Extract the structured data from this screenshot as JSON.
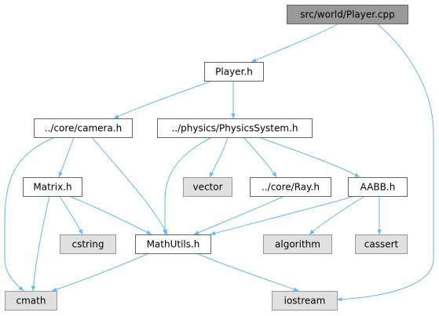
{
  "colors": {
    "background": "#ffffff",
    "root_fill": "#999999",
    "root_stroke": "#666666",
    "node_fill": "#ffffff",
    "node_stroke": "#666666",
    "system_fill": "#e0e0e0",
    "system_stroke": "#999999",
    "edge": "#63b8ff",
    "text": "#000000"
  },
  "nodes": [
    {
      "id": "player_cpp",
      "label": "src/world/Player.cpp",
      "kind": "root"
    },
    {
      "id": "player_h",
      "label": "Player.h",
      "kind": "header"
    },
    {
      "id": "camera_h",
      "label": "../core/camera.h",
      "kind": "header"
    },
    {
      "id": "physics_h",
      "label": "../physics/PhysicsSystem.h",
      "kind": "header"
    },
    {
      "id": "matrix_h",
      "label": "Matrix.h",
      "kind": "header"
    },
    {
      "id": "vector",
      "label": "vector",
      "kind": "system"
    },
    {
      "id": "ray_h",
      "label": "../core/Ray.h",
      "kind": "header"
    },
    {
      "id": "aabb_h",
      "label": "AABB.h",
      "kind": "header"
    },
    {
      "id": "cstring",
      "label": "cstring",
      "kind": "system"
    },
    {
      "id": "mathutils_h",
      "label": "MathUtils.h",
      "kind": "header"
    },
    {
      "id": "algorithm",
      "label": "algorithm",
      "kind": "system"
    },
    {
      "id": "cassert",
      "label": "cassert",
      "kind": "system"
    },
    {
      "id": "cmath",
      "label": "cmath",
      "kind": "system"
    },
    {
      "id": "iostream",
      "label": "iostream",
      "kind": "system"
    }
  ],
  "edges": [
    {
      "from": "player_cpp",
      "to": "player_h"
    },
    {
      "from": "player_cpp",
      "to": "iostream"
    },
    {
      "from": "player_h",
      "to": "camera_h"
    },
    {
      "from": "player_h",
      "to": "physics_h"
    },
    {
      "from": "camera_h",
      "to": "matrix_h"
    },
    {
      "from": "camera_h",
      "to": "cmath"
    },
    {
      "from": "camera_h",
      "to": "mathutils_h"
    },
    {
      "from": "physics_h",
      "to": "vector"
    },
    {
      "from": "physics_h",
      "to": "ray_h"
    },
    {
      "from": "physics_h",
      "to": "aabb_h"
    },
    {
      "from": "physics_h",
      "to": "mathutils_h"
    },
    {
      "from": "matrix_h",
      "to": "cstring"
    },
    {
      "from": "matrix_h",
      "to": "mathutils_h"
    },
    {
      "from": "matrix_h",
      "to": "cmath"
    },
    {
      "from": "ray_h",
      "to": "mathutils_h"
    },
    {
      "from": "aabb_h",
      "to": "mathutils_h"
    },
    {
      "from": "aabb_h",
      "to": "algorithm"
    },
    {
      "from": "aabb_h",
      "to": "cassert"
    },
    {
      "from": "mathutils_h",
      "to": "cmath"
    },
    {
      "from": "mathutils_h",
      "to": "iostream"
    }
  ]
}
